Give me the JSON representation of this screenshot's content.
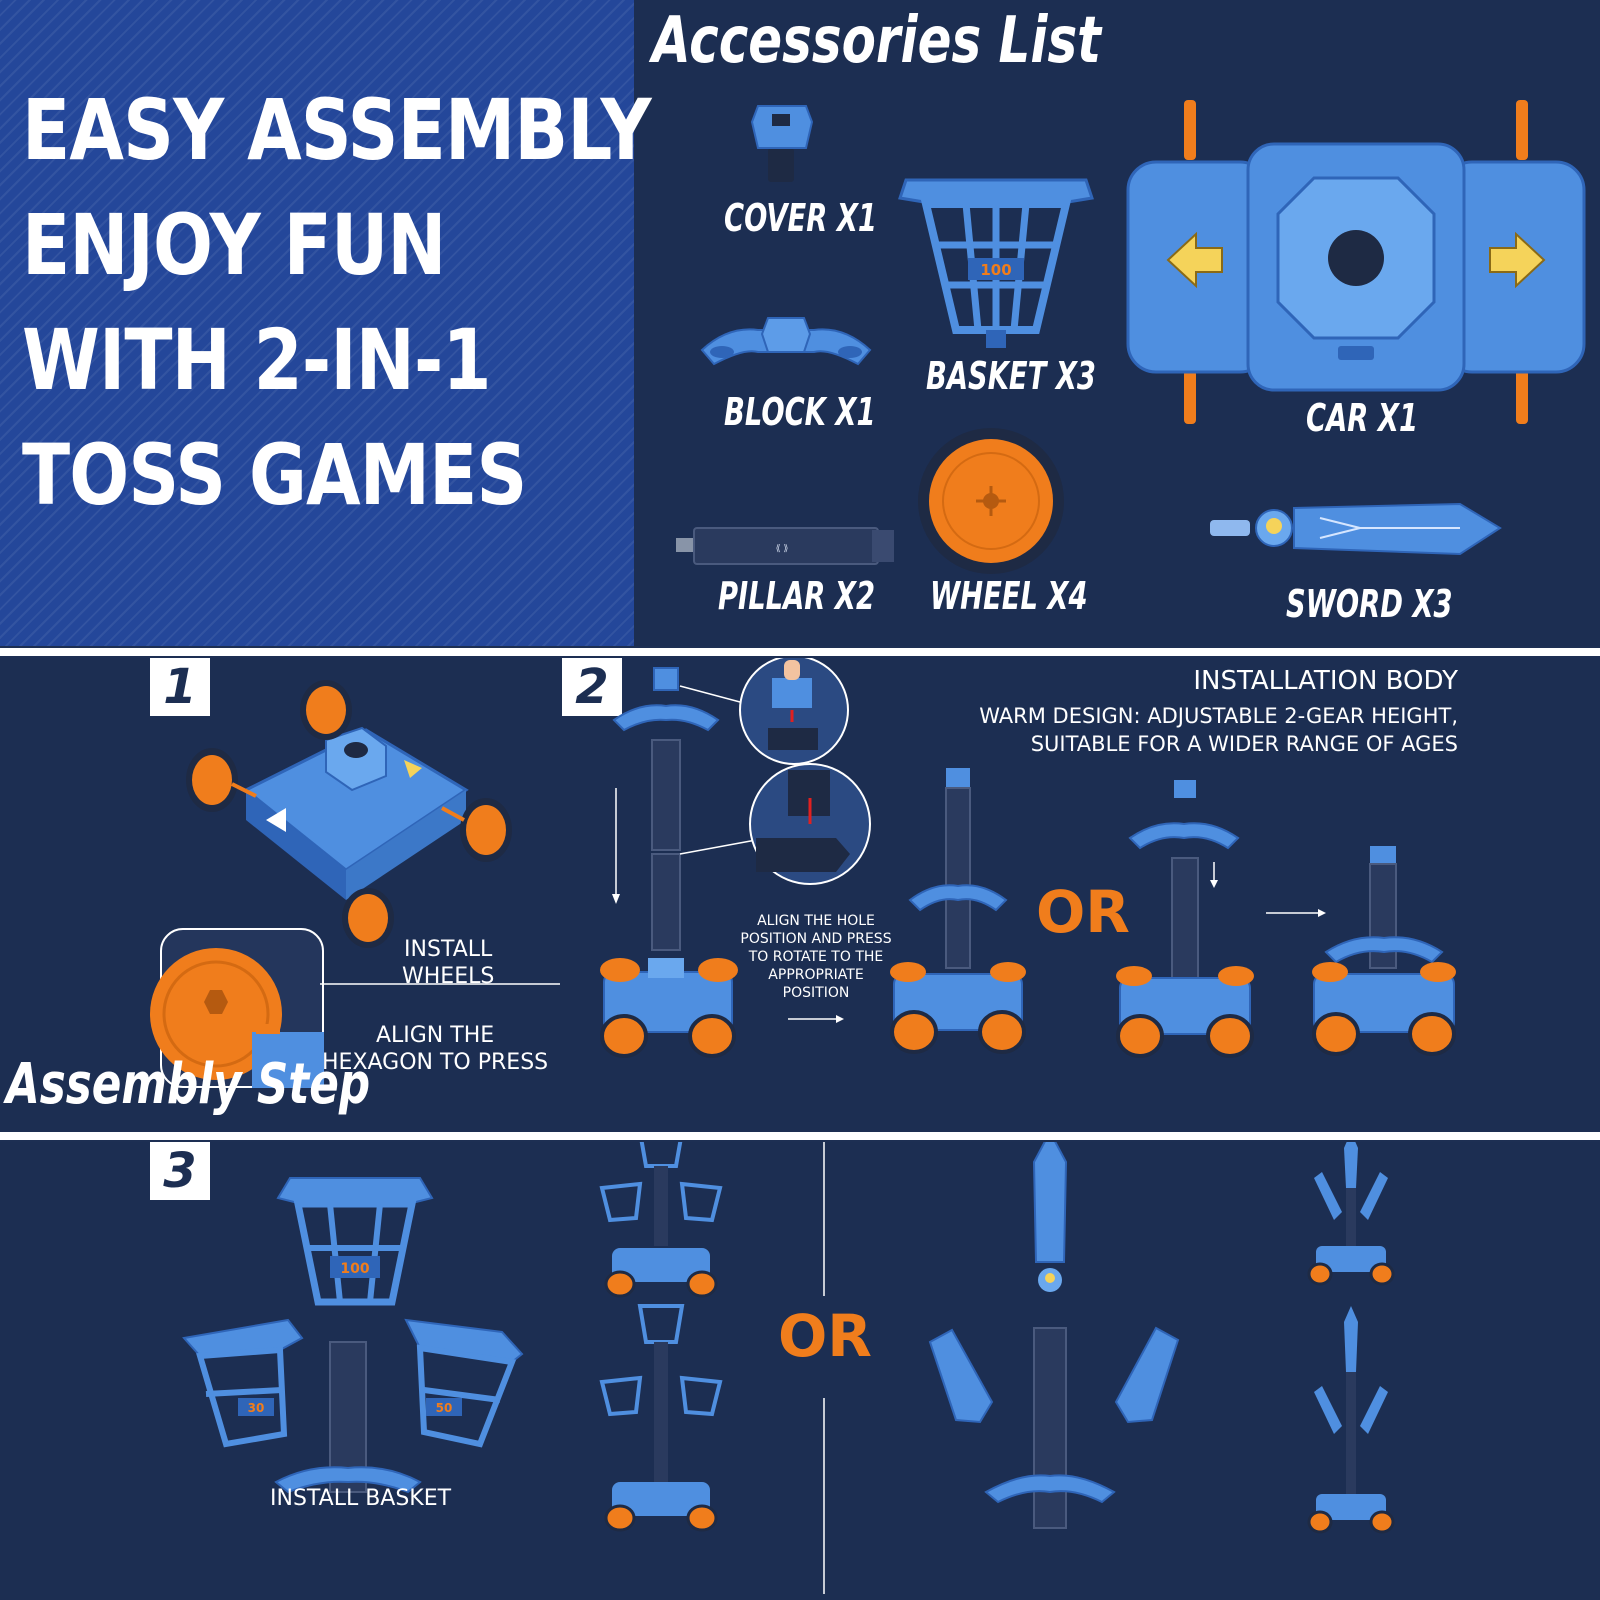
{
  "headline": {
    "lines": [
      "EASY ASSEMBLY",
      "ENJOY FUN",
      "WITH 2-IN-1",
      "TOSS GAMES"
    ]
  },
  "accessories": {
    "title": "Accessories List",
    "items": {
      "cover": "COVER X1",
      "basket": "BASKET X3",
      "block": "BLOCK X1",
      "car": "CAR X1",
      "pillar": "PILLAR X2",
      "wheel": "WHEEL X4",
      "sword": "SWORD X3"
    },
    "basket_score": "100"
  },
  "assembly": {
    "title": "Assembly Step",
    "step1": {
      "badge": "1",
      "install_caption": [
        "INSTALL",
        "WHEELS"
      ],
      "align_caption": [
        "ALIGN THE",
        "HEXAGON TO PRESS"
      ]
    },
    "step2": {
      "badge": "2",
      "heading": "INSTALLATION BODY",
      "subheading": [
        "WARM DESIGN: ADJUSTABLE 2-GEAR HEIGHT,",
        "SUITABLE FOR A WIDER RANGE OF AGES"
      ],
      "align_caption": [
        "ALIGN THE HOLE",
        "POSITION AND PRESS",
        "TO ROTATE TO THE",
        "APPROPRIATE",
        "POSITION"
      ],
      "or_label": "OR"
    },
    "step3": {
      "badge": "3",
      "install_caption": "INSTALL BASKET",
      "or_label": "OR",
      "score_top": "100",
      "score_left": "30",
      "score_right": "50"
    }
  },
  "colors": {
    "navy": "#1c2e52",
    "headline_blue": "#24479a",
    "toy_blue": "#4f8fe0",
    "toy_dark": "#2f65b8",
    "orange": "#f07d1c",
    "arrow_yellow": "#f5d35a"
  }
}
